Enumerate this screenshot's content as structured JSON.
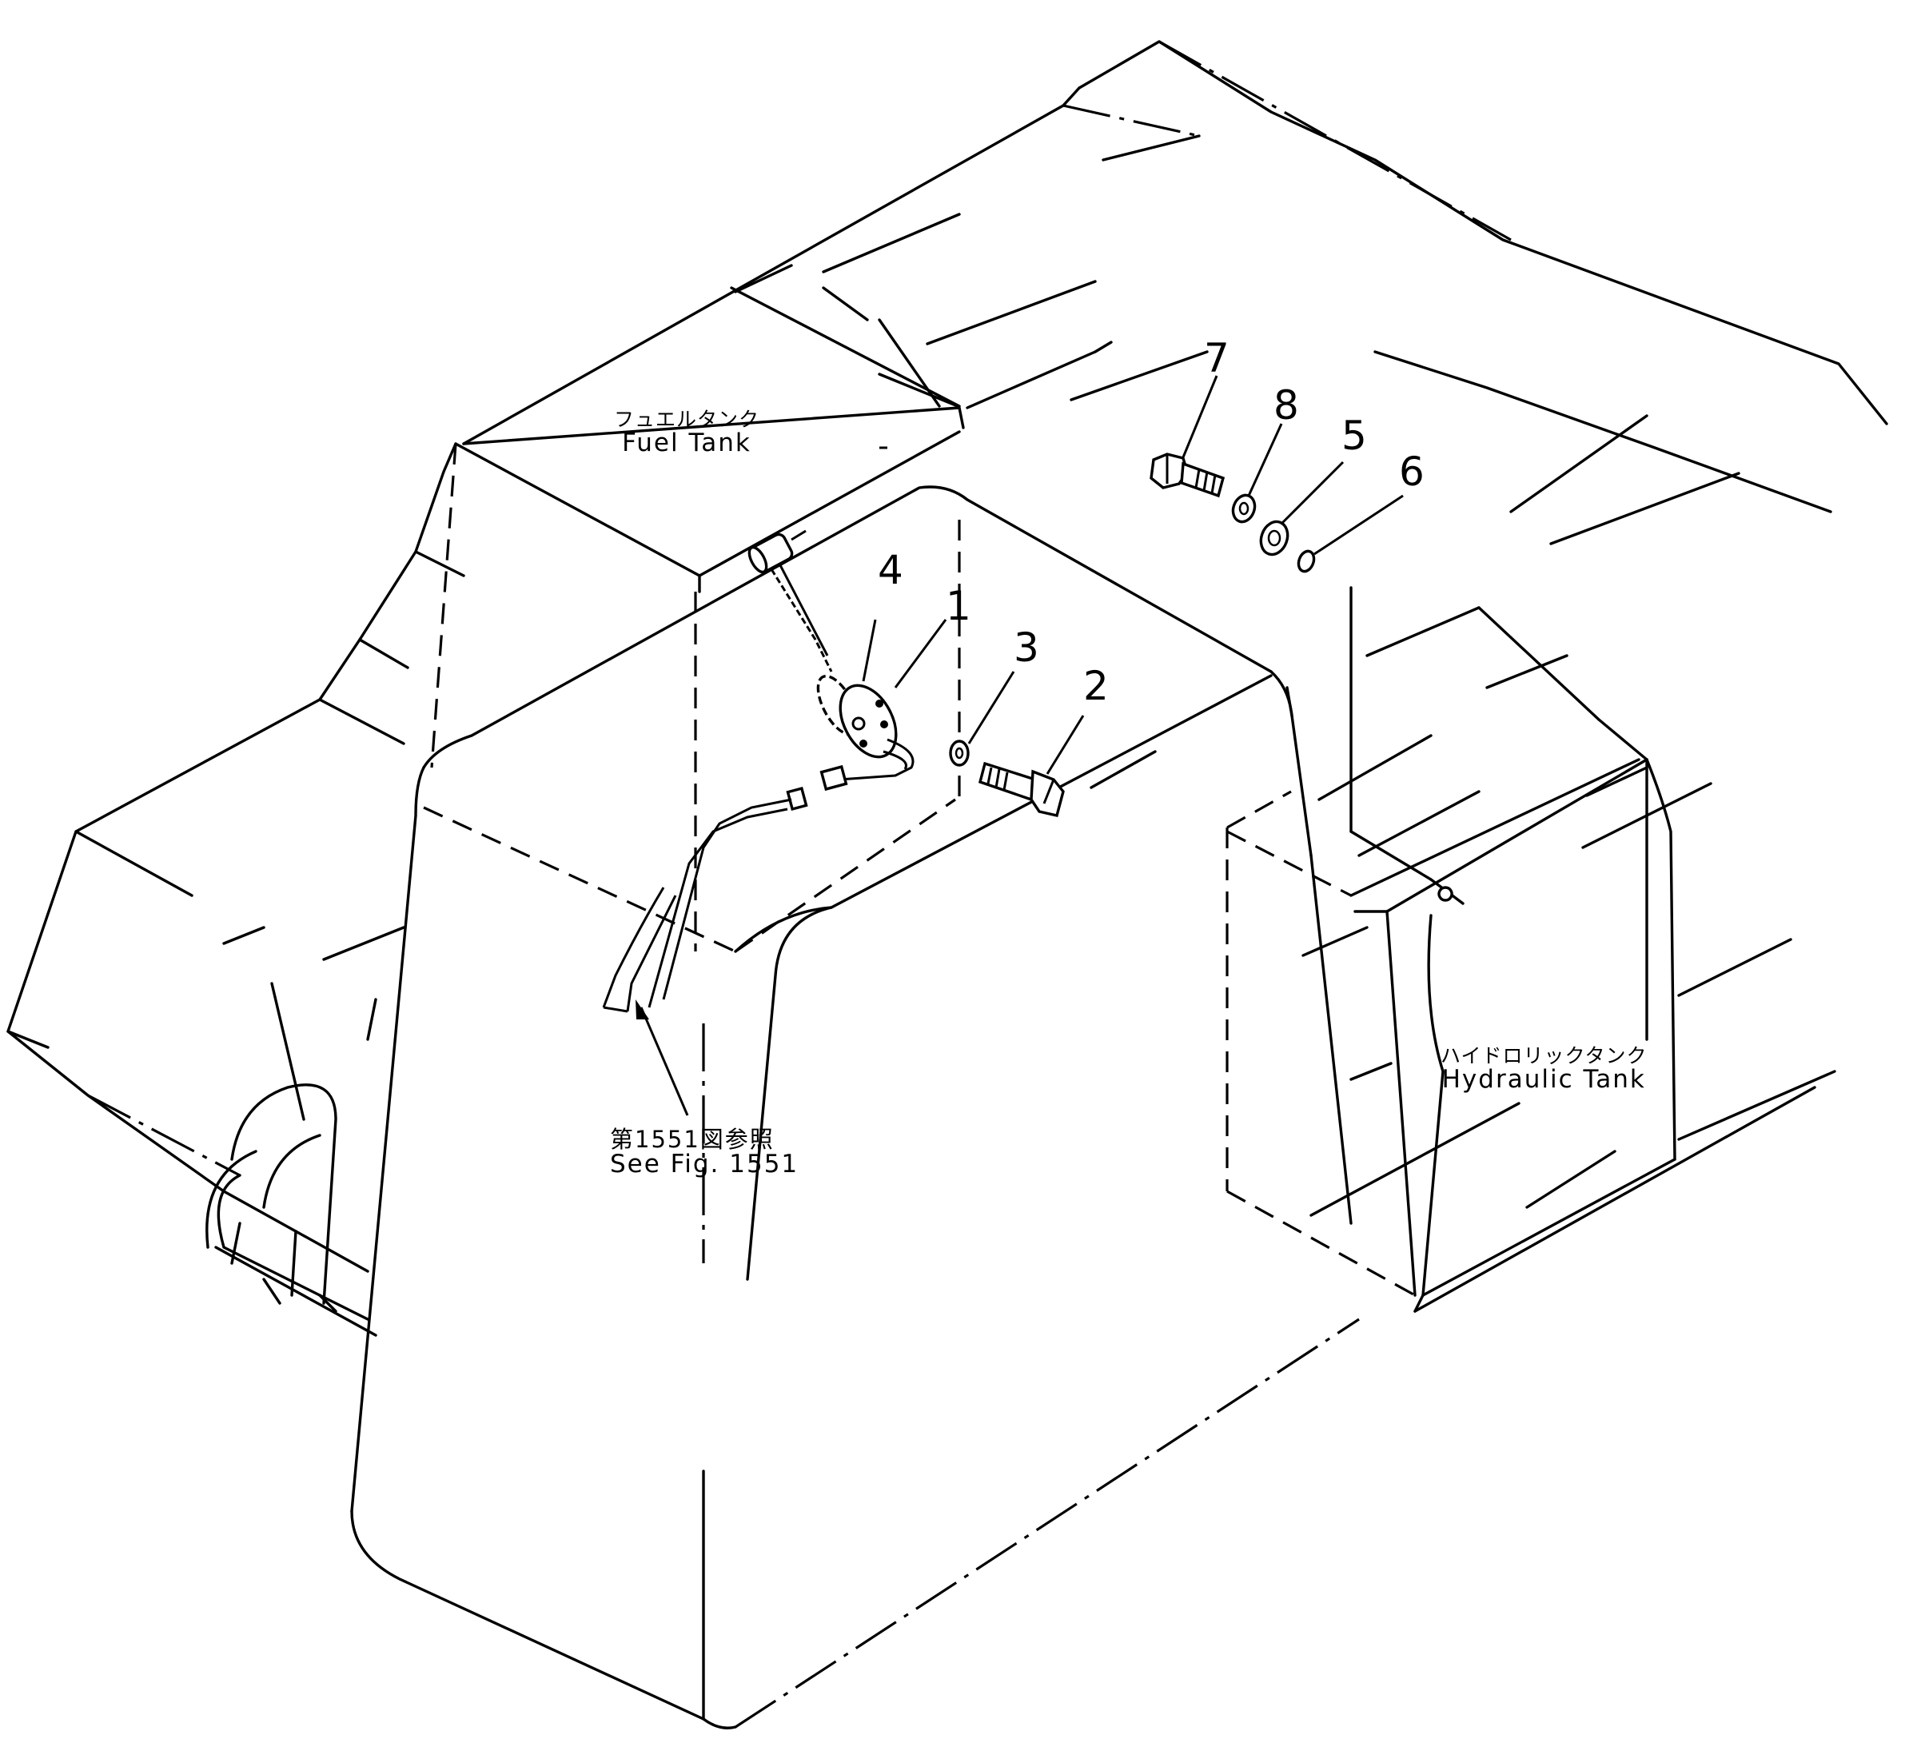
{
  "labels": {
    "fuel_tank_jp": "フュエルタンク",
    "fuel_tank_en": "Fuel  Tank",
    "hydraulic_tank_jp": "ハイドロリックタンク",
    "hydraulic_tank_en": "Hydraulic  Tank",
    "see_fig_jp": "第1551図参照",
    "see_fig_en": "See  Fig.  1551"
  },
  "callouts": [
    "1",
    "2",
    "3",
    "4",
    "5",
    "6",
    "7",
    "8"
  ]
}
